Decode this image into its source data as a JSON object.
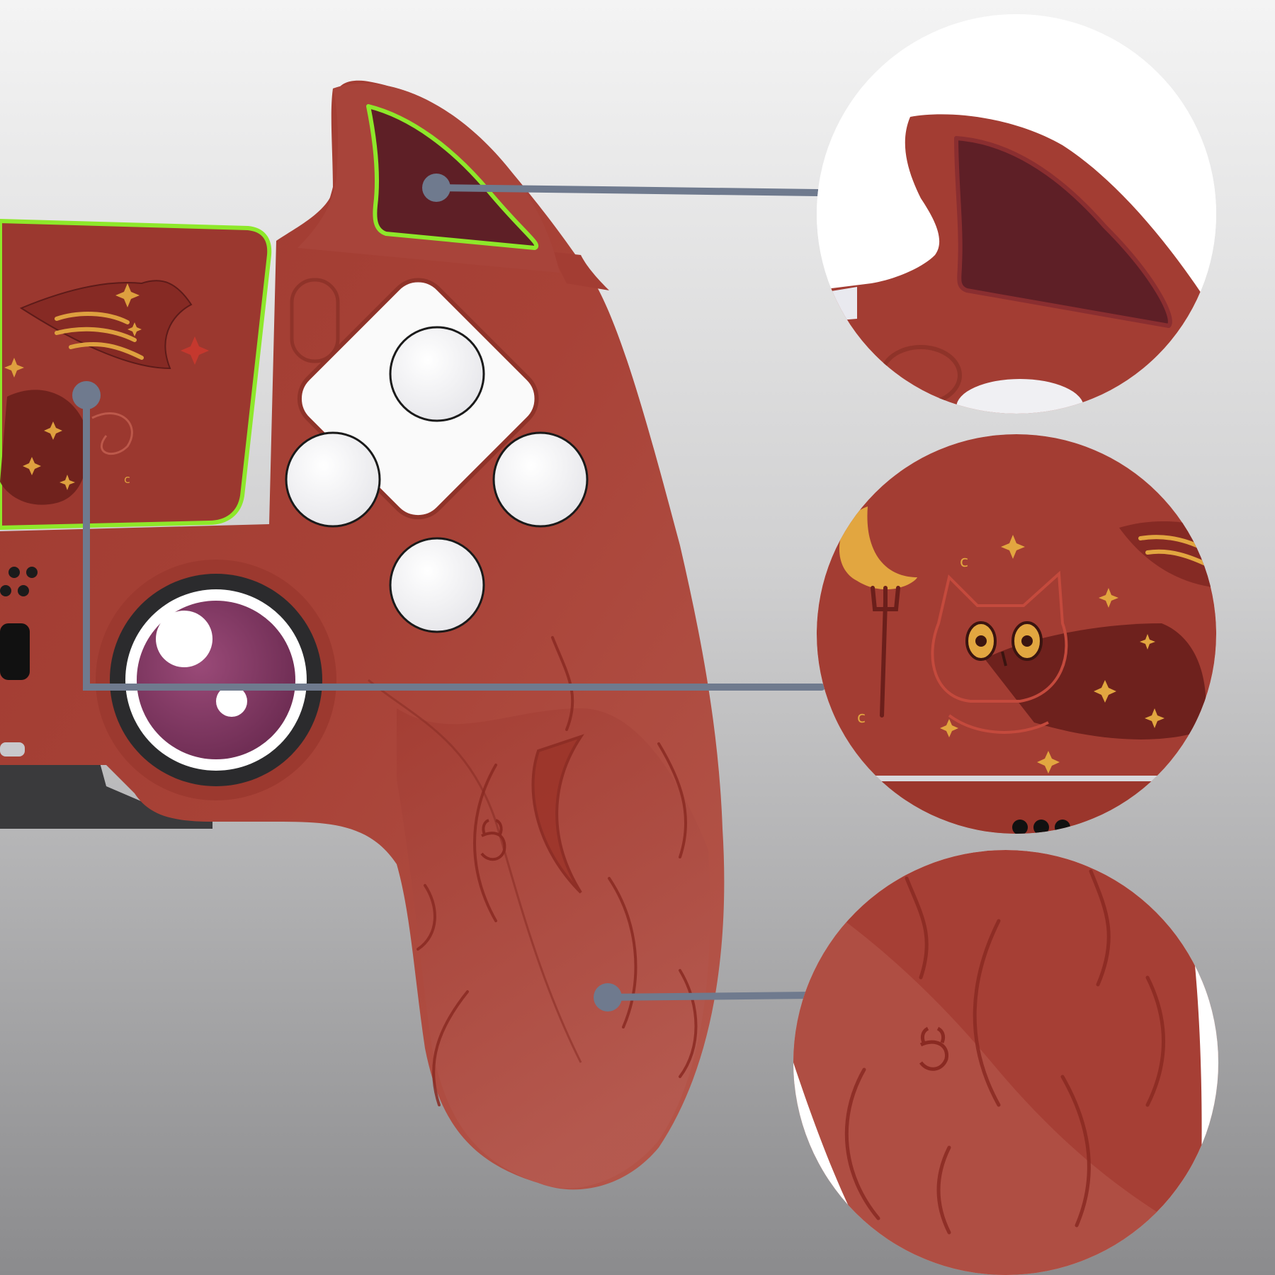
{
  "image": {
    "subject": "devil-horn-silicone-controller-skin",
    "colors": {
      "background_top": "#f4f4f4",
      "background_bottom": "#8b8b8d",
      "skin_red": "#a33d33",
      "skin_red_light": "#b5574b",
      "skin_red_dark": "#7f2a23",
      "horn_inlay": "#5e1f26",
      "highlight_green": "#8ee82a",
      "callout_line": "#6f7a8e",
      "button_white": "#ffffff",
      "thumbstick_purple": "#7e3560",
      "thumbstick_ring": "#2b2b2d",
      "print_gold": "#e2a640"
    },
    "callouts": [
      {
        "name": "horn-callout",
        "target": "devil-horn-trigger-cover"
      },
      {
        "name": "touchpad-callout",
        "target": "printed-touchpad-cover"
      },
      {
        "name": "grip-callout",
        "target": "flame-textured-grip"
      }
    ],
    "icons": [
      "devil-horn-icon",
      "crescent-moon-icon",
      "cat-face-icon",
      "witch-hat-icon",
      "trident-icon",
      "sparkle-icon",
      "flame-icon"
    ]
  }
}
